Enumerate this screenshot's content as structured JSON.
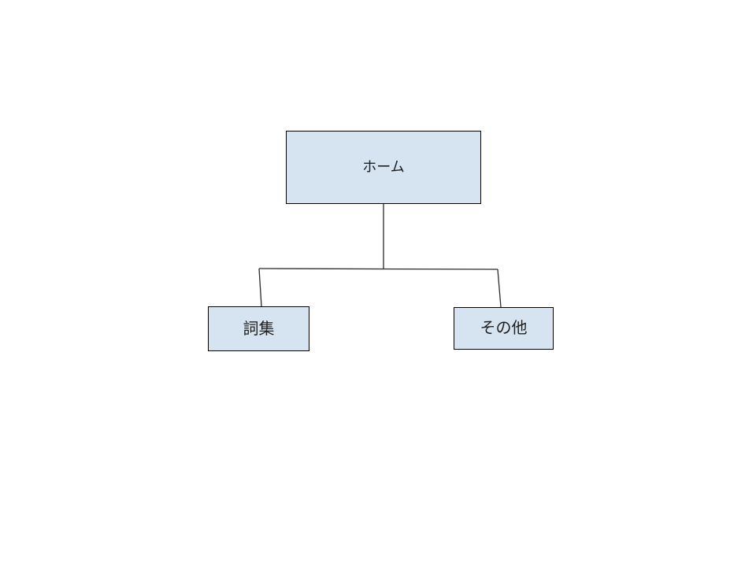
{
  "diagram": {
    "type": "hierarchy",
    "nodes": [
      {
        "label": "ホーム",
        "level": 1
      },
      {
        "label": "詞集",
        "level": 2,
        "parent": "ホーム"
      },
      {
        "label": "その他",
        "level": 2,
        "parent": "ホーム"
      }
    ],
    "colors": {
      "node_fill": "#d6e4f2",
      "node_border": "#000000",
      "connector": "#2b2b2b",
      "text": "#1f1f1f",
      "background": "#ffffff"
    }
  }
}
